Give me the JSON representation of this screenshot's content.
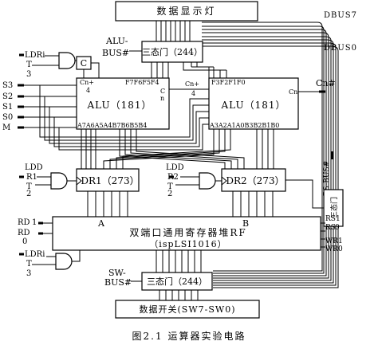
{
  "display": "数据显示灯",
  "dbus7": "DBUS7",
  "dbus0": "DBUS0",
  "alu_bus": {
    "line1": "ALU-",
    "line2": "BUS#"
  },
  "tristate_top": "三态门（244）",
  "tristate_bottom": "三态门（244）",
  "ldri3": {
    "line1": "LDRi",
    "line2": "T",
    "line3": "3"
  },
  "c_box": "C",
  "cn_left": {
    "line1": "Cn+",
    "line2": "4"
  },
  "cn_mid": {
    "line1": "Cn+",
    "line2": "4"
  },
  "alu_left": {
    "title": "ALU（181）",
    "top_pins": "F7F6F5F4",
    "bottom_pins": "A7A6A5A4B7B6B5B4"
  },
  "alu_right": {
    "title": "ALU（181）",
    "top_pins": "F3F2F1F0",
    "bottom_pins": "A3A2A1A0B3B2B1B0",
    "cn_label": "Cn"
  },
  "cn_hash": "Cn#",
  "c_label": "C",
  "n_label": "n",
  "signals": [
    "S3",
    "S2",
    "S1",
    "S0",
    "M"
  ],
  "ldr1": {
    "line1": "LDD",
    "line2": "R1",
    "line3": "T",
    "line4": "2"
  },
  "ldr2": {
    "line1": "LDD",
    "line2": "R2",
    "line3": "T",
    "line4": "2"
  },
  "dr1": "DR1（273）",
  "dr2": "DR2（273）",
  "rs_bus": "RS-BUS#",
  "rs_tristate": "三态门",
  "regfile": {
    "line1": "双端口通用寄存器堆RF",
    "line2": "（ispLSI1016）",
    "port_a": "A",
    "port_b": "B"
  },
  "rd_left": {
    "line1": "RD",
    "line2": "1",
    "line3": "RD",
    "line4": "0"
  },
  "rs_right": {
    "line1": "RS",
    "line2": "1",
    "line3": "RS",
    "line4": "0",
    "line5": "WR1",
    "line6": "WR0"
  },
  "ldri3b": {
    "line1": "LDRi",
    "line2": "T",
    "line3": "3"
  },
  "sw_bus": {
    "line1": "SW-",
    "line2": "BUS#"
  },
  "switches": "数据开关(SW7-SW0)",
  "caption": "图2.1 运算器实验电路"
}
